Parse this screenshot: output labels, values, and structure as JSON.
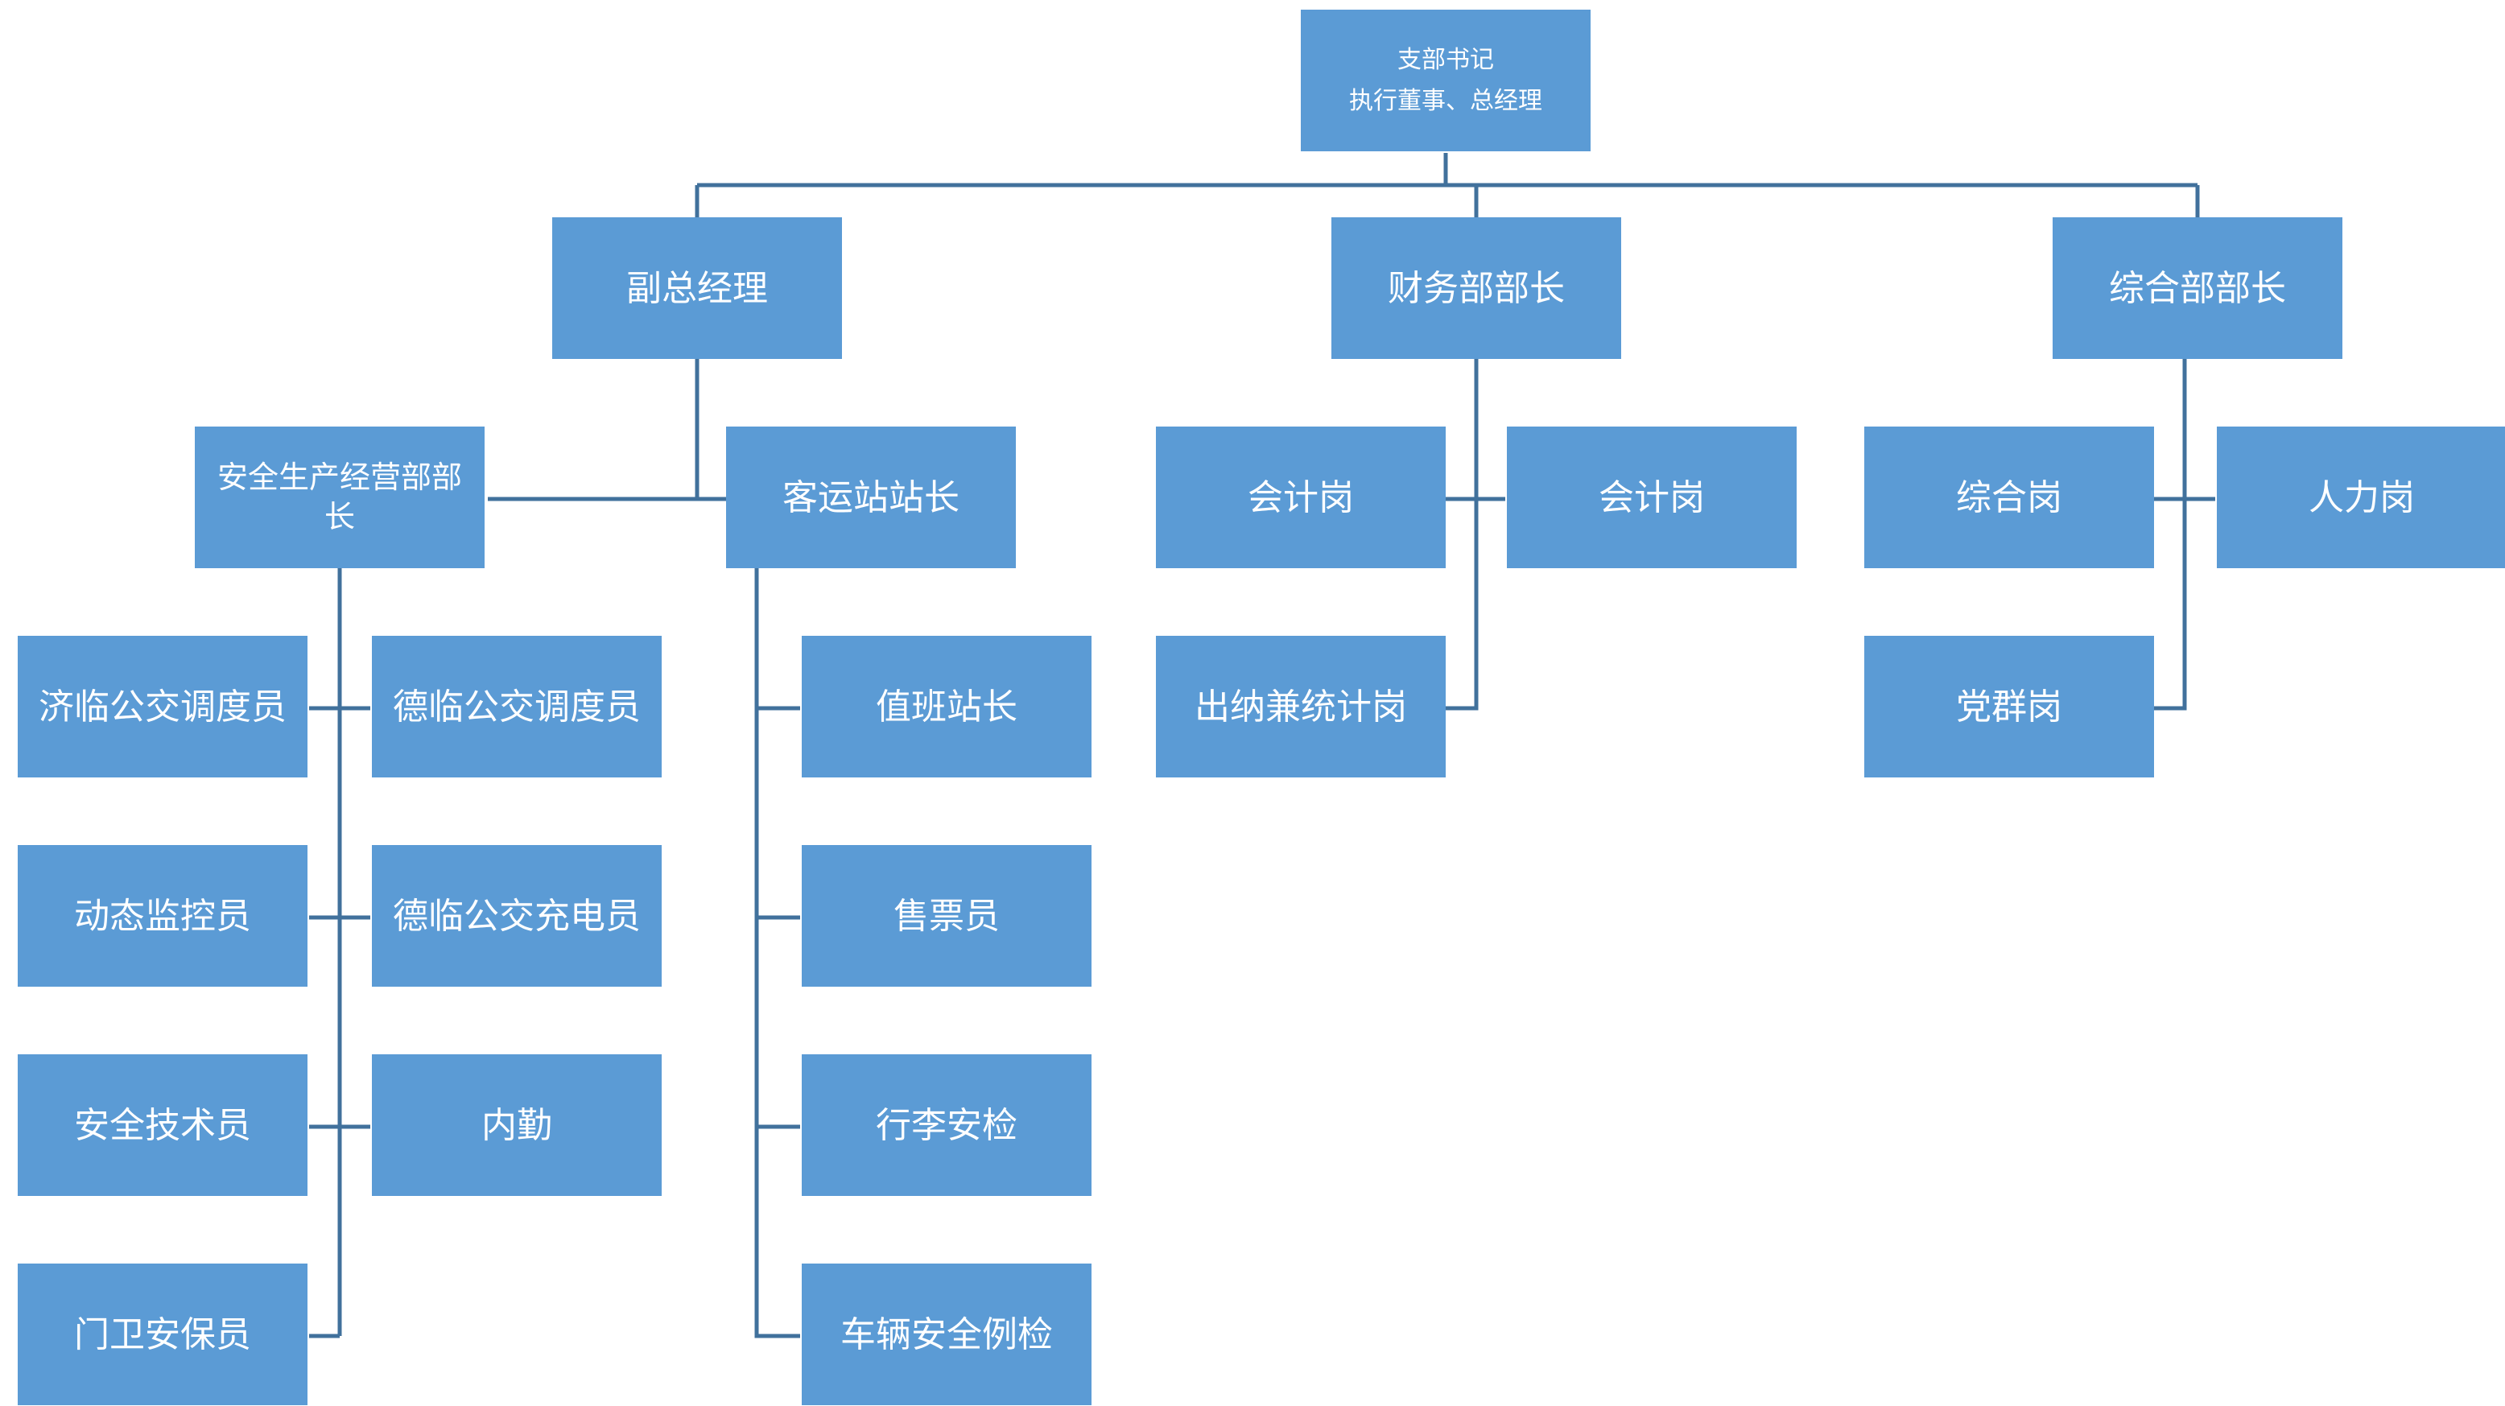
{
  "colors": {
    "node_fill": "#5b9bd5",
    "node_text": "#ffffff",
    "connector": "#41719c"
  },
  "nodes": {
    "top": {
      "line1": "支部书记",
      "line2": "执行董事、总经理"
    },
    "deputy_gm": "副总经理",
    "finance_head": "财务部部长",
    "general_head": "综合部部长",
    "safety_head": "安全生产经营部部长",
    "station_master": "客运站站长",
    "ji_dispatcher": "济临公交调度员",
    "de_dispatcher": "德临公交调度员",
    "dynamic_monitor": "动态监控员",
    "de_charger": "德临公交充电员",
    "safety_tech": "安全技术员",
    "office_staff": "内勤",
    "gate_guard": "门卫安保员",
    "duty_master": "值班站长",
    "ticket_seller": "售票员",
    "luggage_check": "行李安检",
    "vehicle_check": "车辆安全例检",
    "accountant_1": "会计岗",
    "accountant_2": "会计岗",
    "cashier_stats": "出纳兼统计岗",
    "general_post": "综合岗",
    "hr_post": "人力岗",
    "party_post": "党群岗"
  }
}
